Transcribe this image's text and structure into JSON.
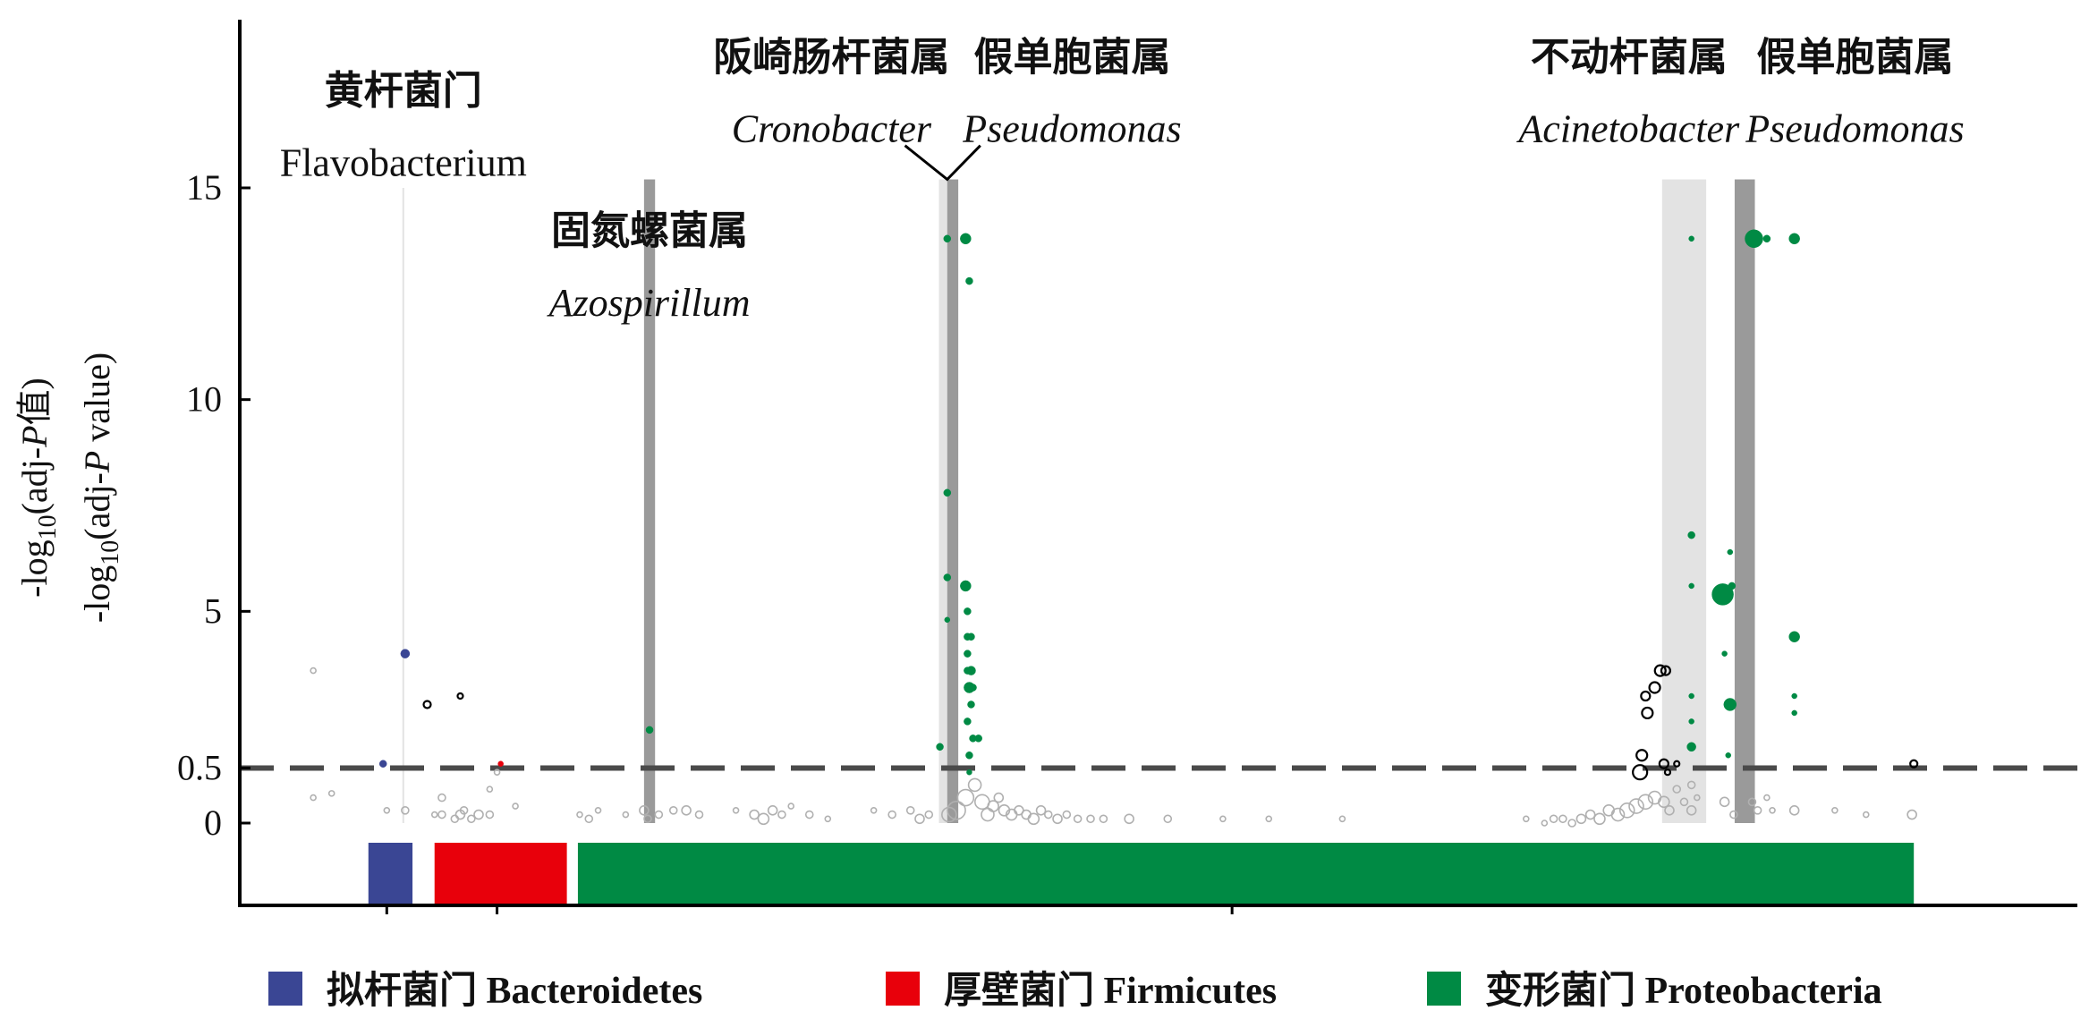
{
  "chart_data": {
    "type": "scatter",
    "title": "",
    "xlabel": "",
    "ylabel_lines": [
      "-log10(adj-P值)",
      "-log10(adj-P value)"
    ],
    "ylabel": {
      "line1": {
        "prefix": "-log",
        "sub": "10",
        "mid": "(adj-",
        "p": "P",
        "suffix": "值)"
      },
      "line2": {
        "prefix": "-log",
        "sub": "10",
        "mid": "(adj-",
        "p": "P",
        "suffix": " value)"
      }
    },
    "x_range": [
      0,
      100
    ],
    "ylim": [
      -2,
      18.6
    ],
    "y_ticks": [
      {
        "value": 0,
        "label": "0"
      },
      {
        "value": 0.5,
        "label": "0.5"
      },
      {
        "value": 5,
        "label": "5"
      },
      {
        "value": 10,
        "label": "10"
      },
      {
        "value": 15,
        "label": "15"
      }
    ],
    "x_ticks": [
      8,
      14,
      54
    ],
    "threshold": {
      "value": 0.5,
      "display_y": 1.3,
      "style": "dashed"
    },
    "phylum_bars": [
      {
        "name": "Bacteroidetes",
        "x_start": 7,
        "x_end": 9.4,
        "color": "#3a4694"
      },
      {
        "name": "Firmicutes",
        "x_start": 10.6,
        "x_end": 17.8,
        "color": "#e8000b"
      },
      {
        "name": "Proteobacteria",
        "x_start": 18.4,
        "x_end": 91.1,
        "color": "#008a44"
      }
    ],
    "highlight_bands": [
      {
        "x": 8.9,
        "width": 0.1,
        "y_top": 15.0,
        "color": "#e3e3e3"
      },
      {
        "x": 22.3,
        "width": 0.6,
        "y_top": 15.2,
        "color": "#9a9a9a"
      },
      {
        "x": 38.3,
        "width": 0.5,
        "y_top": 15.2,
        "color": "#e3e3e3"
      },
      {
        "x": 38.8,
        "width": 0.6,
        "y_top": 15.2,
        "color": "#9a9a9a"
      },
      {
        "x": 78.6,
        "width": 2.4,
        "y_top": 15.2,
        "color": "#e3e3e3"
      },
      {
        "x": 81.9,
        "width": 1.1,
        "y_top": 15.2,
        "color": "#9a9a9a"
      }
    ],
    "annotations": [
      {
        "x": 8.9,
        "cn": "黄杆菌门",
        "en": "Flavobacterium",
        "italic": false,
        "cn_y": 17.3,
        "en_y": 15.6,
        "size": 44
      },
      {
        "x": 22.3,
        "cn": "固氮螺菌属",
        "en": "Azospirillum",
        "italic": true,
        "cn_y": 14.0,
        "en_y": 12.3,
        "size": 44
      },
      {
        "x": 32.2,
        "cn": "阪崎肠杆菌属",
        "en": "Cronobacter",
        "italic": true,
        "cn_y": 18.1,
        "en_y": 16.4,
        "size": 44
      },
      {
        "x": 45.3,
        "cn": "假单胞菌属",
        "en": "Pseudomonas",
        "italic": true,
        "cn_y": 18.1,
        "en_y": 16.4,
        "size": 44
      },
      {
        "x": 75.6,
        "cn": "不动杆菌属",
        "en": "Acinetobacter",
        "italic": true,
        "cn_y": 18.1,
        "en_y": 16.4,
        "size": 44
      },
      {
        "x": 87.9,
        "cn": "假单胞菌属",
        "en": "Pseudomonas",
        "italic": true,
        "cn_y": 18.1,
        "en_y": 16.4,
        "size": 44
      }
    ],
    "connector_lines": [
      {
        "points": [
          [
            36.2,
            16.0
          ],
          [
            38.5,
            15.2
          ],
          [
            40.3,
            16.0
          ]
        ]
      }
    ],
    "series": [
      {
        "name": "Bacteroidetes",
        "color": "#3a4694",
        "points": [
          [
            9.0,
            4.0,
            5
          ],
          [
            7.8,
            1.4,
            4
          ]
        ]
      },
      {
        "name": "Firmicutes",
        "color": "#e8000b",
        "points": [
          [
            14.2,
            1.4,
            3
          ]
        ]
      },
      {
        "name": "Proteobacteria",
        "color": "#008a44",
        "points": [
          [
            22.3,
            2.2,
            4
          ],
          [
            38.5,
            13.8,
            4
          ],
          [
            39.5,
            13.8,
            6
          ],
          [
            39.7,
            12.8,
            4
          ],
          [
            38.5,
            7.8,
            4
          ],
          [
            38.5,
            5.8,
            4
          ],
          [
            38.5,
            4.8,
            3
          ],
          [
            39.5,
            5.6,
            6
          ],
          [
            39.6,
            5.0,
            4
          ],
          [
            39.6,
            4.4,
            4
          ],
          [
            39.8,
            4.4,
            4
          ],
          [
            39.6,
            4.0,
            4
          ],
          [
            39.8,
            3.6,
            5
          ],
          [
            39.7,
            3.2,
            6
          ],
          [
            39.9,
            3.2,
            4
          ],
          [
            39.8,
            2.8,
            4
          ],
          [
            39.6,
            2.4,
            4
          ],
          [
            39.9,
            2.0,
            4
          ],
          [
            39.7,
            1.6,
            4
          ],
          [
            38.1,
            1.8,
            4
          ],
          [
            39.7,
            1.2,
            3
          ],
          [
            40.2,
            2.0,
            4
          ],
          [
            39.6,
            3.6,
            4
          ],
          [
            79.0,
            13.8,
            3
          ],
          [
            79.0,
            6.8,
            4
          ],
          [
            79.0,
            5.6,
            3
          ],
          [
            79.0,
            3.0,
            3
          ],
          [
            79.0,
            2.4,
            3
          ],
          [
            79.0,
            1.8,
            5
          ],
          [
            80.7,
            5.4,
            12
          ],
          [
            81.1,
            6.4,
            3
          ],
          [
            81.2,
            5.6,
            4
          ],
          [
            80.8,
            4.0,
            3
          ],
          [
            81.1,
            2.8,
            7
          ],
          [
            81.0,
            1.6,
            3
          ],
          [
            82.4,
            13.8,
            10
          ],
          [
            83.1,
            13.8,
            4
          ],
          [
            84.6,
            13.8,
            6
          ],
          [
            84.6,
            4.4,
            6
          ],
          [
            84.6,
            3.0,
            3
          ],
          [
            84.6,
            2.6,
            3
          ]
        ]
      },
      {
        "name": "Other significant",
        "color": "#000000",
        "points": [
          [
            10.2,
            2.8,
            4
          ],
          [
            12.0,
            3.0,
            3
          ],
          [
            77.3,
            3.6,
            6
          ],
          [
            77.6,
            3.6,
            5
          ],
          [
            77.0,
            3.2,
            6
          ],
          [
            76.5,
            3.0,
            5
          ],
          [
            76.6,
            2.6,
            6
          ],
          [
            76.3,
            1.6,
            6
          ],
          [
            76.2,
            1.2,
            8
          ],
          [
            77.5,
            1.4,
            5
          ],
          [
            78.2,
            1.4,
            3
          ],
          [
            77.7,
            1.2,
            3
          ],
          [
            91.1,
            1.4,
            4
          ]
        ]
      },
      {
        "name": "Non-significant",
        "color": "#b0b0b0",
        "points": [
          [
            4.0,
            3.6,
            3
          ],
          [
            4.0,
            0.6,
            3
          ],
          [
            5.0,
            0.7,
            3
          ],
          [
            8.0,
            0.3,
            3
          ],
          [
            9.0,
            0.3,
            4
          ],
          [
            10.6,
            0.2,
            3
          ],
          [
            11.0,
            0.6,
            4
          ],
          [
            11.0,
            0.2,
            4
          ],
          [
            12.0,
            0.2,
            5
          ],
          [
            12.6,
            0.1,
            4
          ],
          [
            13.0,
            0.2,
            5
          ],
          [
            12.2,
            0.3,
            4
          ],
          [
            11.7,
            0.1,
            4
          ],
          [
            13.6,
            0.8,
            3
          ],
          [
            13.6,
            0.2,
            4
          ],
          [
            14.0,
            1.2,
            3
          ],
          [
            15.0,
            0.4,
            3
          ],
          [
            18.5,
            0.2,
            3
          ],
          [
            19.0,
            0.1,
            4
          ],
          [
            19.5,
            0.3,
            3
          ],
          [
            21.0,
            0.2,
            3
          ],
          [
            22.0,
            0.3,
            5
          ],
          [
            22.2,
            0.1,
            4
          ],
          [
            22.8,
            0.2,
            4
          ],
          [
            23.6,
            0.3,
            4
          ],
          [
            24.3,
            0.3,
            5
          ],
          [
            25.0,
            0.2,
            4
          ],
          [
            27.0,
            0.3,
            3
          ],
          [
            28.0,
            0.2,
            5
          ],
          [
            28.5,
            0.1,
            6
          ],
          [
            29.0,
            0.3,
            5
          ],
          [
            29.5,
            0.2,
            4
          ],
          [
            30.0,
            0.4,
            3
          ],
          [
            31.0,
            0.2,
            4
          ],
          [
            32.0,
            0.1,
            3
          ],
          [
            34.5,
            0.3,
            3
          ],
          [
            35.5,
            0.2,
            4
          ],
          [
            36.5,
            0.3,
            4
          ],
          [
            37.0,
            0.1,
            5
          ],
          [
            37.5,
            0.2,
            4
          ],
          [
            38.6,
            0.2,
            8
          ],
          [
            39.0,
            0.3,
            10
          ],
          [
            39.5,
            0.6,
            9
          ],
          [
            40.0,
            0.9,
            7
          ],
          [
            40.4,
            0.5,
            8
          ],
          [
            40.7,
            0.2,
            7
          ],
          [
            41.0,
            0.4,
            6
          ],
          [
            41.3,
            0.6,
            5
          ],
          [
            41.6,
            0.3,
            6
          ],
          [
            42.0,
            0.2,
            6
          ],
          [
            42.4,
            0.3,
            5
          ],
          [
            42.8,
            0.2,
            5
          ],
          [
            43.2,
            0.1,
            6
          ],
          [
            43.6,
            0.3,
            5
          ],
          [
            44.0,
            0.2,
            4
          ],
          [
            44.5,
            0.1,
            5
          ],
          [
            45.0,
            0.2,
            4
          ],
          [
            45.6,
            0.1,
            4
          ],
          [
            46.3,
            0.1,
            4
          ],
          [
            47.0,
            0.1,
            4
          ],
          [
            48.4,
            0.1,
            5
          ],
          [
            50.5,
            0.1,
            4
          ],
          [
            53.5,
            0.1,
            3
          ],
          [
            56.0,
            0.1,
            3
          ],
          [
            60.0,
            0.1,
            3
          ],
          [
            70.0,
            0.1,
            3
          ],
          [
            71.0,
            0.0,
            3
          ],
          [
            71.5,
            0.1,
            4
          ],
          [
            72.0,
            0.1,
            4
          ],
          [
            72.5,
            0.0,
            4
          ],
          [
            73.0,
            0.1,
            5
          ],
          [
            73.5,
            0.2,
            5
          ],
          [
            74.0,
            0.1,
            6
          ],
          [
            74.5,
            0.3,
            6
          ],
          [
            75.0,
            0.2,
            7
          ],
          [
            75.5,
            0.3,
            8
          ],
          [
            76.0,
            0.4,
            8
          ],
          [
            76.5,
            0.5,
            8
          ],
          [
            77.0,
            0.6,
            7
          ],
          [
            77.5,
            0.5,
            6
          ],
          [
            77.8,
            0.3,
            5
          ],
          [
            78.2,
            0.8,
            4
          ],
          [
            78.6,
            0.5,
            4
          ],
          [
            79.0,
            0.3,
            5
          ],
          [
            79.0,
            0.9,
            4
          ],
          [
            79.3,
            0.6,
            3
          ],
          [
            80.8,
            0.5,
            5
          ],
          [
            81.3,
            0.2,
            4
          ],
          [
            82.3,
            0.5,
            4
          ],
          [
            82.6,
            0.3,
            4
          ],
          [
            83.1,
            0.6,
            3
          ],
          [
            83.4,
            0.3,
            3
          ],
          [
            84.6,
            0.3,
            5
          ],
          [
            86.8,
            0.3,
            3
          ],
          [
            88.5,
            0.2,
            3
          ],
          [
            91.0,
            0.2,
            5
          ]
        ]
      }
    ],
    "legend": {
      "position": "bottom",
      "items": [
        {
          "cn": "拟杆菌门",
          "en": "Bacteroidetes",
          "color": "#3a4694"
        },
        {
          "cn": "厚壁菌门",
          "en": "Firmicutes",
          "color": "#e8000b"
        },
        {
          "cn": "变形菌门",
          "en": "Proteobacteria",
          "color": "#008a44"
        }
      ]
    },
    "grid": false
  }
}
